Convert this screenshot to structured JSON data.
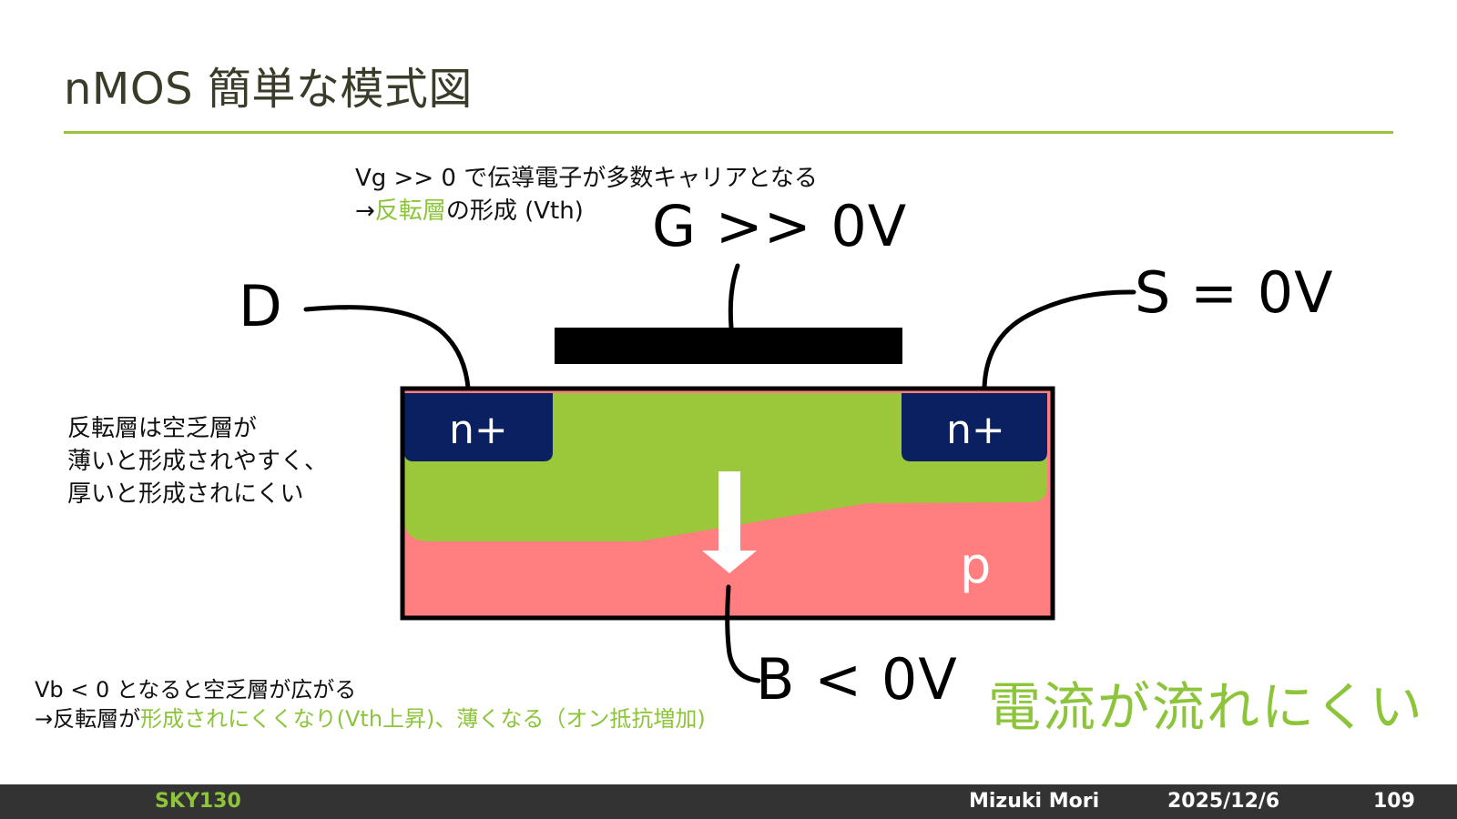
{
  "title": "nMOS 簡単な模式図",
  "notes": {
    "gate_line1": "Vg >> 0 で伝導電子が多数キャリアとなる",
    "gate_line2_arrow": "→",
    "gate_line2_green": "反転層",
    "gate_line2_rest": "の形成 (Vth)",
    "left_line1": "反転層は空乏層が",
    "left_line2": "薄いと形成されやすく、",
    "left_line3": "厚いと形成されにくい",
    "bottom_line1": "Vb < 0 となると空乏層が広がる",
    "bottom_line2_black": "→反転層が",
    "bottom_line2_green": "形成されにくくなり(Vth上昇)、薄くなる（オン抵抗増加)"
  },
  "terminals": {
    "gate": "G >> 0V",
    "drain": "D",
    "source": "S = 0V",
    "bulk": "B < 0V"
  },
  "regions": {
    "drain_region": "n+",
    "source_region": "n+",
    "substrate": "p"
  },
  "conclusion": "電流が流れにくい",
  "footer": {
    "project": "SKY130",
    "author": "Mizuki Mori",
    "date": "2025/12/6",
    "page": "109"
  },
  "colors": {
    "accent_green": "#8cc43a",
    "n_plus": "#0a2060",
    "inversion_green": "#9ac83a",
    "p_substrate": "#ff7f80",
    "footer_bg": "#333333"
  }
}
